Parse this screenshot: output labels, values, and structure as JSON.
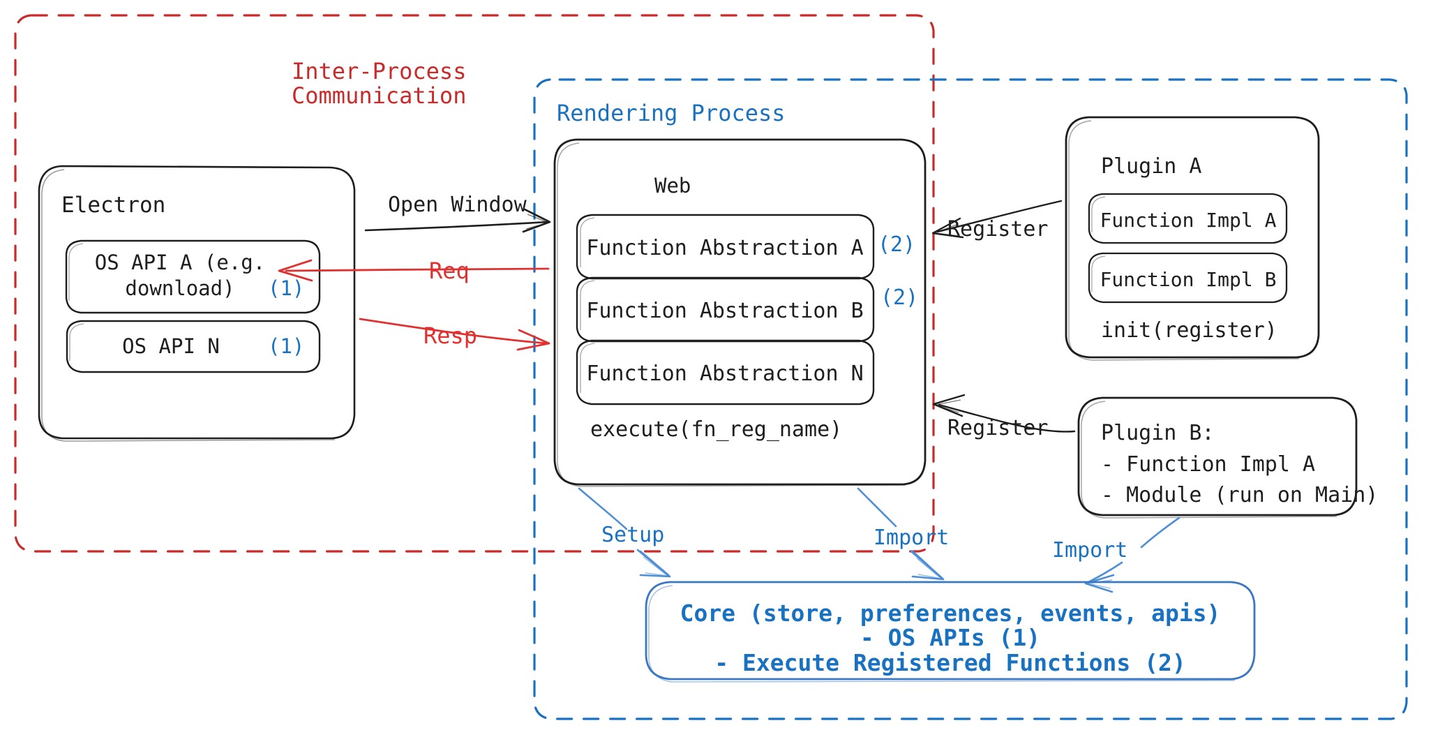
{
  "diagram": {
    "title": "Electron plugin architecture",
    "colors": {
      "ink": "#1e1e1e",
      "blue": "#1971c2",
      "red": "#c92a2a",
      "salmon": "#e03131",
      "background": "#ffffff"
    },
    "regions": {
      "ipc": {
        "label_line1": "Inter-Process",
        "label_line2": "Communication",
        "border_color": "#c92a2a",
        "border_style": "dashed"
      },
      "rendering_process": {
        "label": "Rendering Process",
        "border_color": "#1971c2",
        "border_style": "dashed"
      }
    },
    "electron": {
      "title": "Electron",
      "items": [
        {
          "text_line1": "OS API A (e.g.",
          "text_line2": "download)",
          "marker": "(1)"
        },
        {
          "text_line1": "OS API N",
          "text_line2": "",
          "marker": "(1)"
        }
      ]
    },
    "web": {
      "title": "Web",
      "abstractions": [
        {
          "label": "Function Abstraction A",
          "marker": "(2)"
        },
        {
          "label": "Function Abstraction B",
          "marker": "(2)"
        },
        {
          "label": "Function Abstraction N",
          "marker": ""
        }
      ],
      "footer": "execute(fn_reg_name)"
    },
    "plugin_a": {
      "title": "Plugin A",
      "items": [
        "Function Impl A",
        "Function Impl B"
      ],
      "footer": "init(register)"
    },
    "plugin_b": {
      "title": "Plugin B:",
      "lines": [
        "- Function Impl A",
        "- Module (run on Main)"
      ]
    },
    "core": {
      "line1": "Core (store, preferences, events, apis)",
      "line2": "- OS APIs (1)",
      "line3": "- Execute Registered Functions (2)"
    },
    "arrows": {
      "open_window": "Open Window",
      "req": "Req",
      "resp": "Resp",
      "register_a": "Register",
      "register_b": "Register",
      "setup": "Setup",
      "import_web": "Import",
      "import_plugin_b": "Import"
    }
  }
}
